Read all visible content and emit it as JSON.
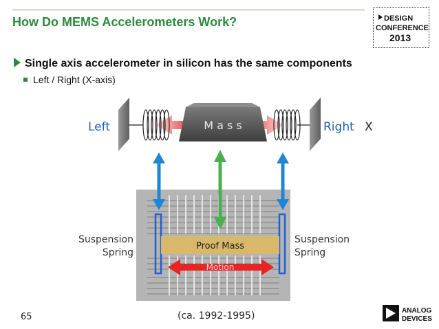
{
  "title": "How Do MEMS Accelerometers Work?",
  "bullets": {
    "main": "Single axis accelerometer in silicon has the same components",
    "sub": "Left / Right (X-axis)"
  },
  "diagram": {
    "left_label": "Left",
    "right_label": "Right",
    "axis_label": "X",
    "mass_label": "M a s s",
    "suspension_left": [
      "Suspension",
      "Spring"
    ],
    "suspension_right": [
      "Suspension",
      "Spring"
    ],
    "proof_mass_label": "Proof Mass",
    "motion_label": "Motion"
  },
  "caption": "(ca. 1992-1995)",
  "page_number": "65",
  "logo_conference": {
    "line1": "DESIGN",
    "line2": "CONFERENCE",
    "line3": "2013"
  },
  "logo_company": {
    "line1": "ANALOG",
    "line2": "DEVICES"
  },
  "colors": {
    "title": "#2d8a3a",
    "label_blue": "#1f5fae",
    "arrow_blue": "#1f86d6",
    "arrow_green": "#4caf50",
    "arrow_red": "#e02020"
  }
}
